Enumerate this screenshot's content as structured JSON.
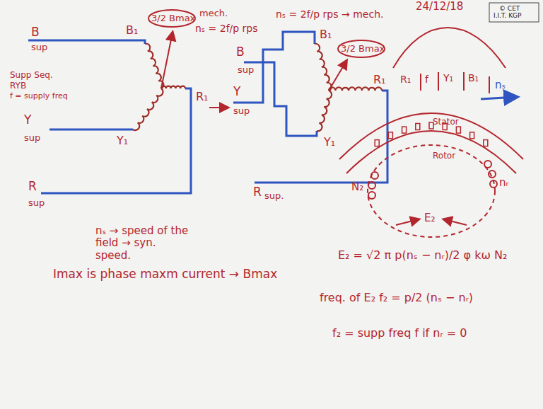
{
  "diagram": {
    "labels": [
      "24/12/18",
      "© CET",
      "I.I.T. KGP",
      "B",
      "sup",
      "B₁",
      "3/2 Bmax",
      "mech.",
      "nₛ = 2f/p rps",
      "Supp Seq.",
      "RYB",
      "f = supply freq",
      "Y",
      "sup",
      "Y₁",
      "R₁",
      "R",
      "sup",
      "nₛ = 2f/p rps → mech.",
      "B₁",
      "3/2 Bmax",
      "B",
      "sup",
      "Y",
      "sup",
      "Y₁",
      "R₁",
      "R",
      "sup.",
      "R₁",
      "f",
      "Y₁",
      "B₁",
      "nₛ",
      "Stator",
      "Rotor",
      "nᵣ",
      "N₂",
      "E₂",
      "nₛ → speed of the field → syn. speed.",
      "Imax is phase maxm current → Bmax",
      "E₂ = √2 π p(nₛ − nᵣ)/2 φ kω N₂",
      "freq. of E₂ f₂ = p/2 (nₛ − nᵣ)",
      "f₂ = supp freq f if nᵣ = 0"
    ]
  }
}
